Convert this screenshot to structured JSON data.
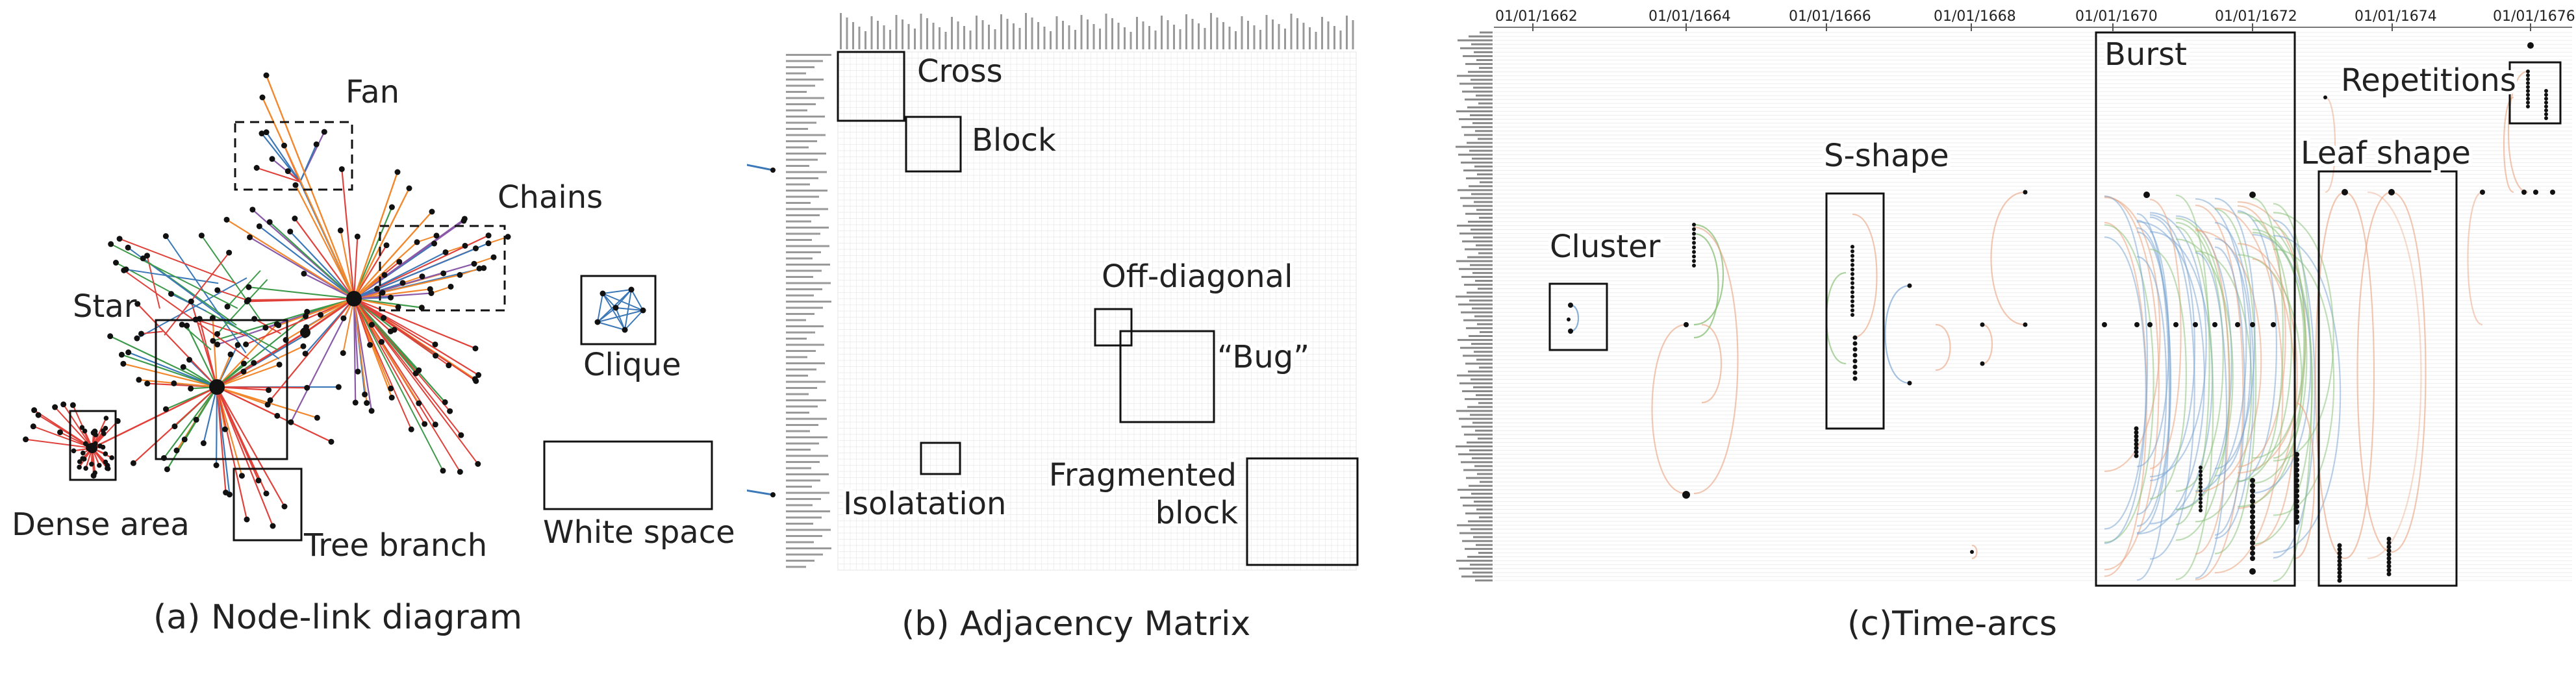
{
  "panel_a": {
    "caption": "(a) Node-link diagram",
    "labels": {
      "fan": "Fan",
      "chains": "Chains",
      "star": "Star",
      "clique": "Clique",
      "dense_area": "Dense area",
      "tree_branch": "Tree branch",
      "white_space": "White space"
    }
  },
  "panel_b": {
    "caption": "(b) Adjacency Matrix",
    "labels": {
      "cross": "Cross",
      "block": "Block",
      "off_diagonal": "Off-diagonal",
      "bug": "“Bug”",
      "isolation": "Isolatation",
      "fragmented_1": "Fragmented",
      "fragmented_2": "block"
    }
  },
  "panel_c": {
    "caption": "(c)Time-arcs",
    "axis_dates": [
      "01/01/1662",
      "01/01/1664",
      "01/01/1666",
      "01/01/1668",
      "01/01/1670",
      "01/01/1672",
      "01/01/1674",
      "01/01/1676"
    ],
    "labels": {
      "cluster": "Cluster",
      "s_shape": "S-shape",
      "burst": "Burst",
      "repetitions": "Repetitions",
      "leaf_shape": "Leaf shape"
    }
  },
  "colors": {
    "red": "#e0413a",
    "orange": "#f2872b",
    "blue": "#3b78b8",
    "green": "#3d9a4a",
    "purple": "#8a5aa8",
    "matrix_light": "#f7d6c8",
    "matrix_mid": "#eba58b",
    "matrix_dark": "#c8442f",
    "arc_orange": "#e9a27e",
    "arc_green": "#8cc27c",
    "arc_blue": "#7ea7d4"
  }
}
